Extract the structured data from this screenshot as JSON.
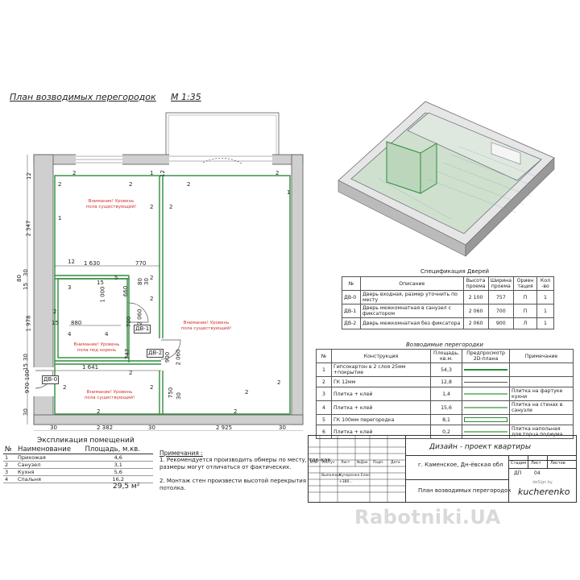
{
  "plan": {
    "title": "План возводимых перегородок",
    "scale": "М 1:35",
    "notes": [
      "Внимание! Уровень пола существующий!",
      "Внимание! Уровень пола существующий!",
      "Внимание! Уровень пола под корень",
      "Внимание! Уровень пола существующий!"
    ],
    "dims": {
      "d12a": "12",
      "d2347": "2 347",
      "d80": "80",
      "d30a": "30",
      "d15a": "15",
      "d1978": "1 978",
      "d30b": "30",
      "d15b": "15",
      "d100": "100",
      "d970": "970",
      "d30c": "30",
      "d1630": "1 630",
      "d770": "770",
      "d12b": "12",
      "d1000": "1 000",
      "d660": "660",
      "d80b": "80",
      "d30d": "30",
      "d15c": "15",
      "d880": "880",
      "d15d": "15",
      "d700": "700",
      "d2060": "2 060",
      "d747": "747",
      "d900": "900",
      "d2060b": "2 060",
      "d1641": "1 641",
      "d750": "750",
      "d30e": "30",
      "d2382": "2 382",
      "d2925": "2 925",
      "d30f": "30",
      "d30g": "30",
      "d30h": "30",
      "d12c": "12"
    },
    "tags": {
      "dv0": "ДВ-0",
      "dv1": "ДВ-1",
      "dv2": "ДВ-2"
    },
    "marks": [
      "2",
      "2",
      "1",
      "2",
      "2",
      "1",
      "2",
      "2",
      "1",
      "2",
      "3",
      "5",
      "2",
      "2",
      "2",
      "4",
      "4",
      "2",
      "2",
      "2",
      "2",
      "2",
      "2",
      "2"
    ]
  },
  "doors_spec": {
    "title": "Спецификация Дверей",
    "headers": [
      "№",
      "Описание",
      "Высота проема",
      "Ширина проема",
      "Ориен тация",
      "Кол -во"
    ],
    "rows": [
      [
        "ДВ-0",
        "Дверь входная, размер уточнить по месту",
        "2 100",
        "757",
        "П",
        "1"
      ],
      [
        "ДВ-1",
        "Дверь межкомнатная в санузел с фиксатором",
        "2 060",
        "700",
        "П",
        "1"
      ],
      [
        "ДВ-2",
        "Дверь межкомнатная без фиксатора",
        "2 060",
        "900",
        "Л",
        "1"
      ]
    ]
  },
  "partitions": {
    "title": "Возводимые перегородки",
    "headers": [
      "№",
      "Конструкция",
      "Площадь, кв.м.",
      "Предпросмотр 2D-плана",
      "Примечание"
    ],
    "rows": [
      [
        "1",
        "Гипсокартон в 2 слоя 25мм +покрытие",
        "54,3",
        ""
      ],
      [
        "2",
        "ГК 12мм",
        "12,8",
        ""
      ],
      [
        "3",
        "Плитка + клей",
        "1,4",
        "Плитка на фартуке кухни"
      ],
      [
        "4",
        "Плитка + клей",
        "15,6",
        "Плитка на стенах в санузле"
      ],
      [
        "5",
        "ГК 100мм перегородка",
        "8,1",
        ""
      ],
      [
        "6",
        "Плитка + клей",
        "0,2",
        "Плитка напольная для торца подиума"
      ]
    ]
  },
  "explication": {
    "title": "Экспликация помещений",
    "headers": [
      "№",
      "Наименование",
      "Площадь, м.кв."
    ],
    "rows": [
      [
        "1",
        "Прихожая",
        "4,6"
      ],
      [
        "2",
        "Санузел",
        "3,1"
      ],
      [
        "3",
        "Кухня",
        "5,6"
      ],
      [
        "4",
        "Спальня",
        "16,2"
      ]
    ],
    "total": "29,5 м²"
  },
  "notes": {
    "title": "Примечания :",
    "lines": [
      "1. Рекомендуется производить обмеры по месту, так как",
      "размеры могут отличаться от фактических.",
      "2. Монтаж стен произвести высотой перекрытия",
      "потолка."
    ]
  },
  "stamp": {
    "project": "Дизайн - проект квартиры",
    "address": "г. Каменское, Дн-ёвская обл",
    "sheet_name": "План возводимых перегородок",
    "col_stage": "Стадия",
    "col_sheet": "Лист",
    "col_sheets": "Листов",
    "stage": "ДП",
    "sheet": "04",
    "left_headers": [
      "Изм",
      "Кол.уч",
      "Лист",
      "№Док",
      "Подп.",
      "Дата"
    ],
    "author_role": "Выполнил",
    "author_name": "Кучеренко Елен",
    "phone": "+380...",
    "brand_top": "deSign by",
    "brand": "kucherenko"
  },
  "watermark": "Rabotniki.UA",
  "colors": {
    "wall": "#cfcfcf",
    "partition": "#2e8b3a",
    "note": "#d0302a",
    "floor3d": "#cfe0cf"
  }
}
